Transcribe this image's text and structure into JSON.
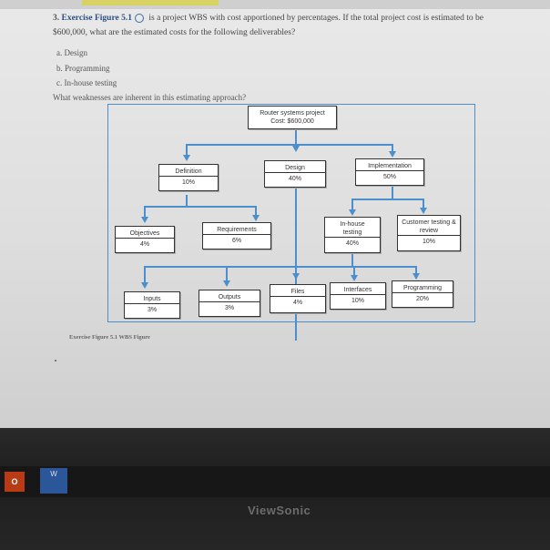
{
  "question": {
    "number": "3.",
    "link_text": "Exercise Figure 5.1",
    "text_line1": "is a project WBS with cost apportioned by percentages. If the total project cost is estimated to be",
    "text_line2": "$600,000, what are the estimated costs for the following deliverables?",
    "items": [
      "a. Design",
      "b. Programming",
      "c. In-house testing"
    ],
    "final": "What weaknesses are inherent in this estimating approach?"
  },
  "wbs": {
    "root": {
      "title": "Router systems project",
      "cost": "Cost: $600,000"
    },
    "definition": {
      "title": "Definition",
      "pct": "10%"
    },
    "design": {
      "title": "Design",
      "pct": "40%"
    },
    "implementation": {
      "title": "Implementation",
      "pct": "50%"
    },
    "objectives": {
      "title": "Objectives",
      "pct": "4%"
    },
    "requirements": {
      "title": "Requirements",
      "pct": "6%"
    },
    "inhouse": {
      "title": "In-house testing",
      "pct": "40%"
    },
    "customer": {
      "title": "Customer testing & review",
      "pct": "10%"
    },
    "inputs": {
      "title": "Inputs",
      "pct": "3%"
    },
    "outputs": {
      "title": "Outputs",
      "pct": "3%"
    },
    "files": {
      "title": "Files",
      "pct": "4%"
    },
    "interfaces": {
      "title": "Interfaces",
      "pct": "10%"
    },
    "programming": {
      "title": "Programming",
      "pct": "20%"
    }
  },
  "caption": "Exercise Figure 5.1 WBS Figure",
  "taskbar": {
    "o_label": "O",
    "w_label": "W"
  },
  "monitor_brand": "ViewSonic",
  "colors": {
    "line": "#4d8ecc",
    "link": "#2c4f83"
  }
}
